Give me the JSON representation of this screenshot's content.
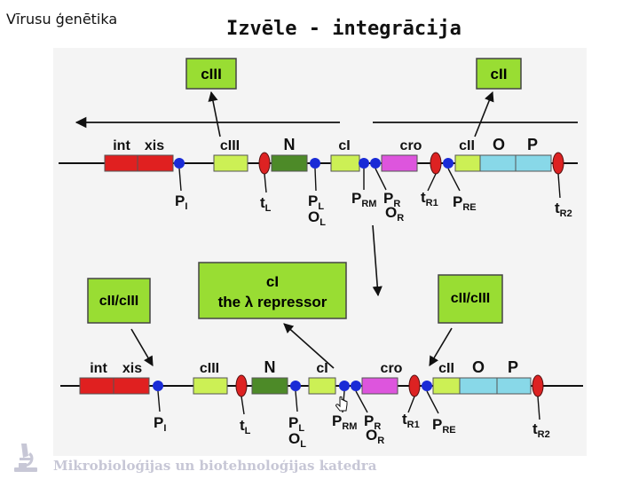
{
  "header": {
    "course": "Vīrusu ģenētika",
    "title": "Izvēle - integrācija"
  },
  "footer": {
    "department": "Mikrobioloģijas un biotehnoloģijas katedra"
  },
  "diagram": {
    "top_box_left": "cIII",
    "top_box_right": "cII",
    "center_box_line1": "cI",
    "center_box_line2": "the λ repressor",
    "side_box_left": "cII/cIII",
    "side_box_right": "cII/cIII",
    "top_genes": {
      "int": "int",
      "xis": "xis",
      "cIII": "cIII",
      "N": "N",
      "cI": "cI",
      "cro": "cro",
      "cII": "cII",
      "O": "O",
      "P": "P"
    },
    "top_sites": {
      "PI": "P",
      "PI_sub": "I",
      "tL": "t",
      "tL_sub": "L",
      "PL": "P",
      "PL_sub": "L",
      "OL": "O",
      "OL_sub": "L",
      "PRM": "P",
      "PRM_sub": "RM",
      "PR": "P",
      "PR_sub": "R",
      "OR": "O",
      "OR_sub": "R",
      "tR1": "t",
      "tR1_sub": "R1",
      "PRE": "P",
      "PRE_sub": "RE",
      "tR2": "t",
      "tR2_sub": "R2"
    },
    "bottom_genes": {
      "int": "int",
      "xis": "xis",
      "cIII": "cIII",
      "N": "N",
      "cI": "cI",
      "cro": "cro",
      "cII": "cII",
      "O": "O",
      "P": "P"
    },
    "bottom_sites": {
      "PI": "P",
      "PI_sub": "I",
      "tL": "t",
      "tL_sub": "L",
      "PL": "P",
      "PL_sub": "L",
      "OL": "O",
      "OL_sub": "L",
      "PRM": "P",
      "PRM_sub": "RM",
      "PR": "P",
      "PR_sub": "R",
      "OR": "O",
      "OR_sub": "R",
      "tR1": "t",
      "tR1_sub": "R1",
      "PRE": "P",
      "PRE_sub": "RE",
      "tR2": "t",
      "tR2_sub": "R2"
    },
    "colors": {
      "panel": "#ffffff",
      "box_fill": "#99dd33",
      "int_red": "#e02020",
      "N_green": "#4d8a28",
      "light_green": "#ccf055",
      "cro_magenta": "#dd55dd",
      "cyan": "#88d8e8",
      "promoter_blue": "#1a2bd6",
      "terminator_red": "#dd2222",
      "dna": "#111111"
    }
  }
}
